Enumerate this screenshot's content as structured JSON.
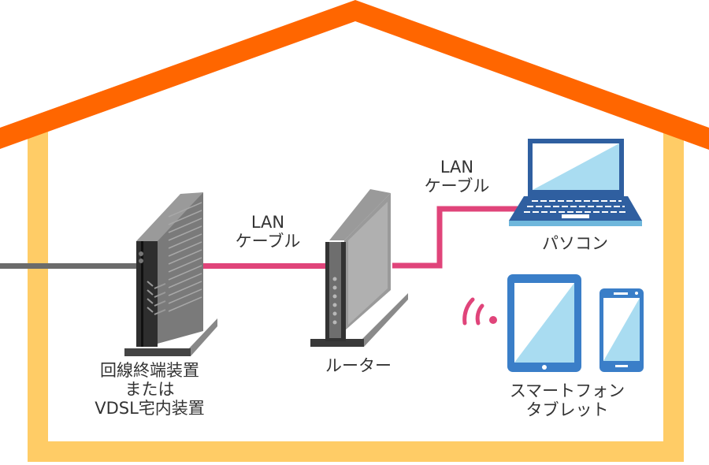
{
  "diagram": {
    "title": "Home network connection diagram",
    "colors": {
      "roof": "#ff6600",
      "wall": "#ffcc66",
      "lan_cable": "#e0447a",
      "external_line": "#6b6b6b",
      "device_dark": "#333333",
      "device_gray": "#999999",
      "device_blue": "#2f5fa0",
      "screen_light_blue": "#a9dcf1",
      "mobile_blue": "#3a7ec8",
      "wifi": "#e0447a",
      "text": "#333333"
    },
    "nodes": {
      "ont": {
        "lines": [
          "回線終端装置",
          "または",
          "VDSL宅内装置"
        ]
      },
      "router": {
        "lines": [
          "ルーター"
        ]
      },
      "pc": {
        "lines": [
          "パソコン"
        ]
      },
      "mobile": {
        "lines": [
          "スマートフォン",
          "タブレット"
        ]
      }
    },
    "edges": {
      "cable1": {
        "lines": [
          "LAN",
          "ケーブル"
        ]
      },
      "cable2": {
        "lines": [
          "LAN",
          "ケーブル"
        ]
      }
    }
  }
}
